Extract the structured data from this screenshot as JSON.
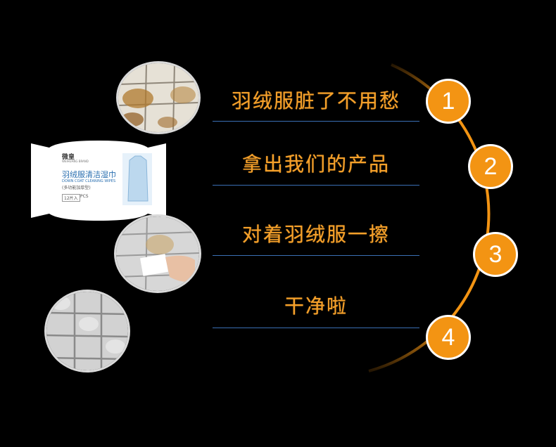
{
  "steps": [
    {
      "number": "1",
      "text": "羽绒服脏了不用愁"
    },
    {
      "number": "2",
      "text": "拿出我们的产品"
    },
    {
      "number": "3",
      "text": "对着羽绒服一擦"
    },
    {
      "number": "4",
      "text": "干净啦"
    }
  ],
  "product": {
    "brand": "微皇",
    "brand_sub": "WEIHUANG BRAND",
    "name_cn": "羽绒服清洁湿巾",
    "name_en": "DOWN COAT CLEANING WIPES",
    "subtitle": "(多功能加厚型)",
    "size": "12片入",
    "unit": "PCS"
  },
  "colors": {
    "accent": "#f39413",
    "text_accent": "#f5a02a",
    "divider": "#3a6fb4",
    "background": "#000000"
  }
}
